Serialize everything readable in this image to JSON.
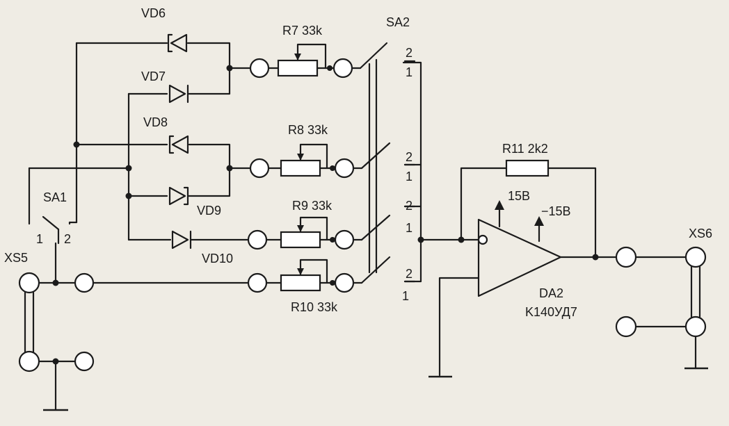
{
  "diagram": {
    "labels": {
      "vd6": "VD6",
      "vd7": "VD7",
      "vd8": "VD8",
      "vd9": "VD9",
      "vd10": "VD10",
      "r7": "R7 33k",
      "r8": "R8 33k",
      "r9": "R9 33k",
      "r10": "R10 33k",
      "r11": "R11 2k2",
      "sa1": "SA1",
      "sa2": "SA2",
      "xs5": "XS5",
      "xs6": "XS6",
      "sa1_pos1": "1",
      "sa1_pos2": "2",
      "pos1": "1",
      "pos2": "2",
      "supply_pos": "15B",
      "supply_neg": "−15B",
      "da2": "DA2",
      "da2_type": "K140УД7"
    }
  }
}
